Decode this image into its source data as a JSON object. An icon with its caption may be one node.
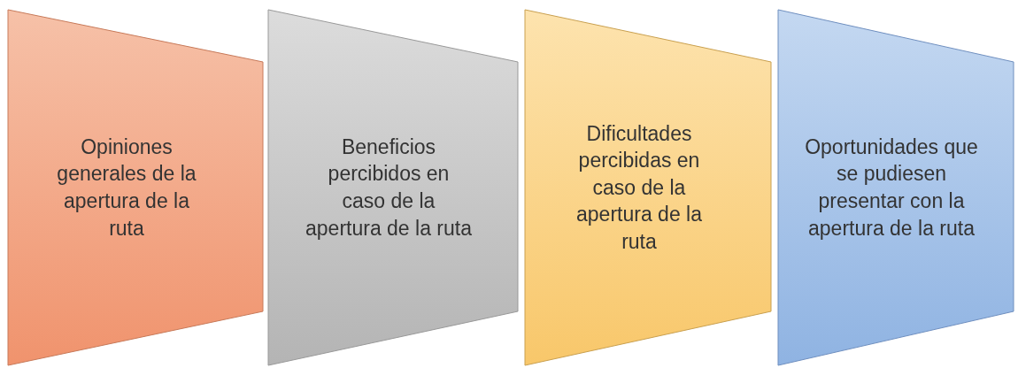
{
  "diagram": {
    "nodes": [
      {
        "text": [
          "Opiniones generales de la apertura de la ruta"
        ]
      },
      {
        "text": [
          "Beneficios percibidos en caso de la apertura de la ruta"
        ]
      },
      {
        "text": [
          "Dificultades percibidas en caso de la apertura de la ruta"
        ]
      },
      {
        "text": [
          "Oportunidades que se pudiesen presentar con la apertura de la ruta"
        ]
      }
    ]
  }
}
